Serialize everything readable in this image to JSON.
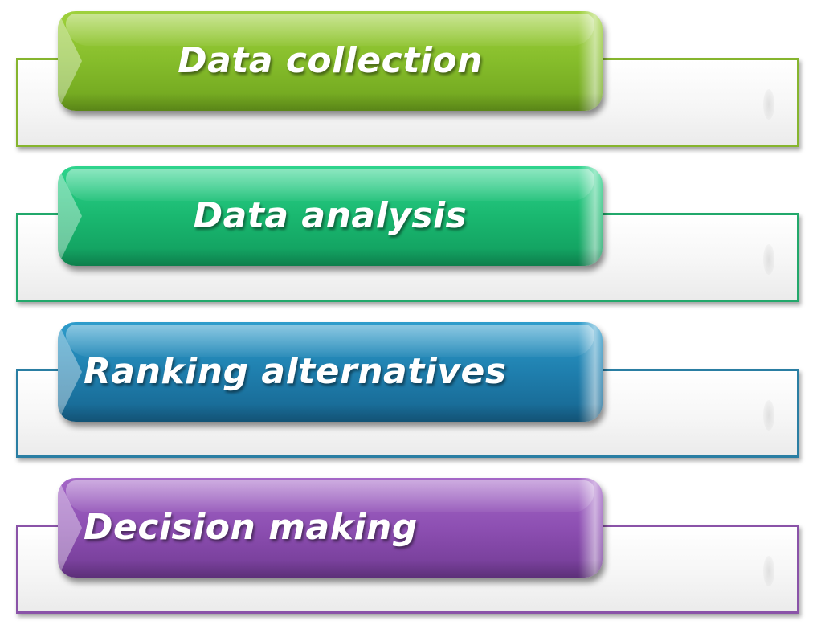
{
  "steps": [
    {
      "label": "Data collection",
      "color": "#86bd2b"
    },
    {
      "label": "Data analysis",
      "color": "#1ab870"
    },
    {
      "label": "Ranking alternatives",
      "color": "#1f7fae"
    },
    {
      "label": "Decision making",
      "color": "#8d4fb2"
    }
  ]
}
